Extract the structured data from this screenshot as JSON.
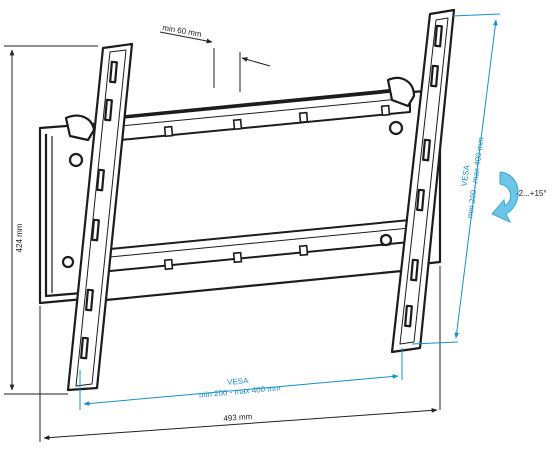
{
  "labels": {
    "min_gap": "min 60 mm",
    "height": "424 mm",
    "width": "493 mm",
    "vesa_h_title": "VESA",
    "vesa_h_range": "min 200 - max 400 mm",
    "vesa_v_title": "VESA",
    "vesa_v_range": "min 200 - max 400 mm",
    "tilt": "-2...+15°"
  },
  "colors": {
    "line": "#1c1c1c",
    "dimension": "#222222",
    "vesa_blue": "#1a8fc4",
    "tilt_arrow": "#6ec6e6",
    "background": "#ffffff"
  },
  "icons": {
    "tilt_arrow": "curved-arrow-icon"
  }
}
